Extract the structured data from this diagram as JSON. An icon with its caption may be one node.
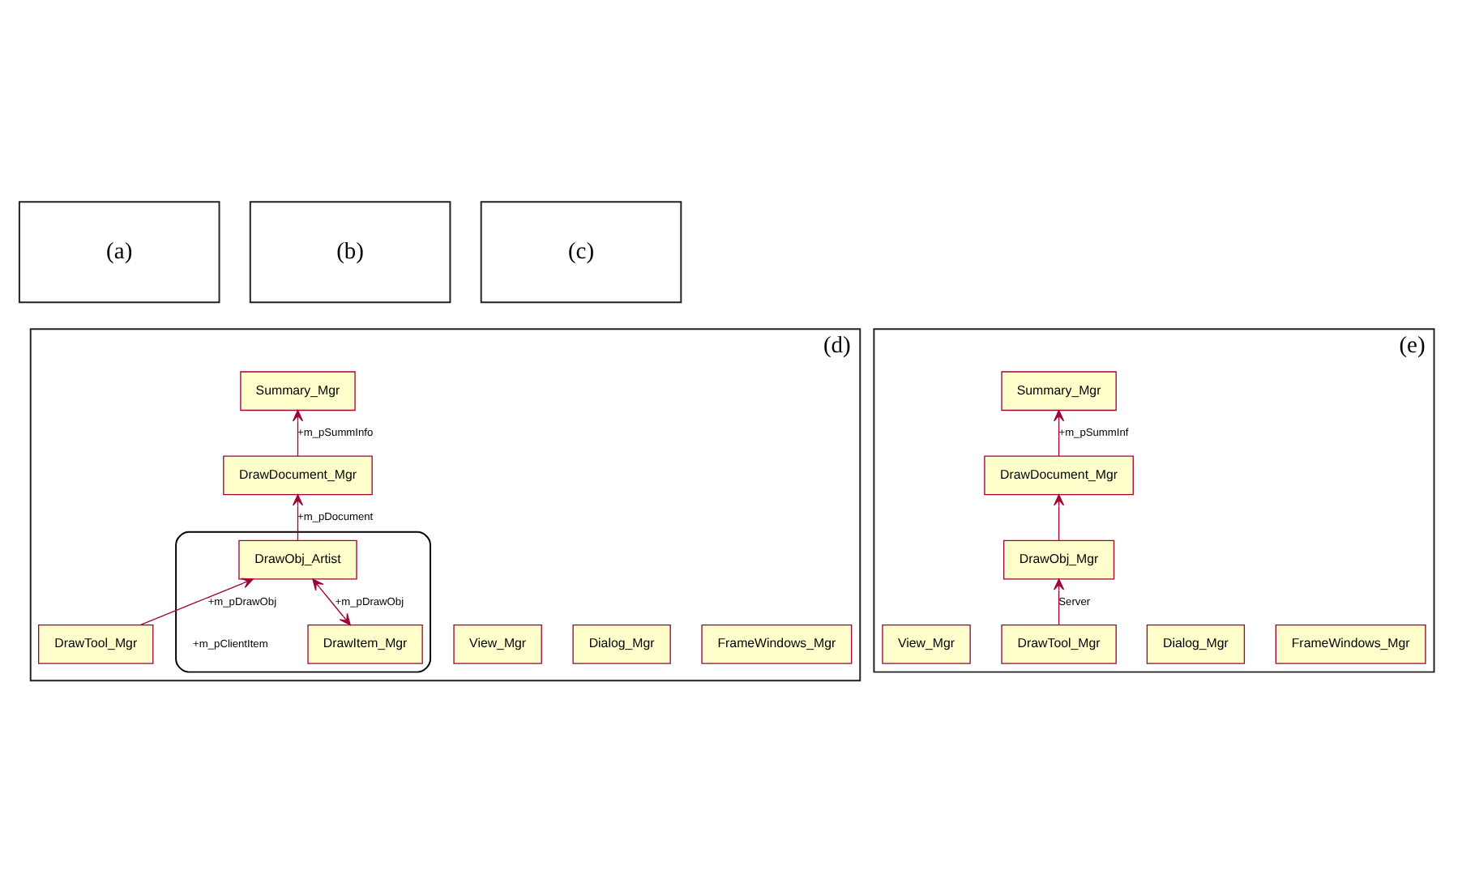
{
  "diagram": {
    "nodes": [
      {
        "text": [
          "(a)"
        ]
      },
      {
        "text": [
          "(b)"
        ]
      },
      {
        "text": [
          "(c)"
        ]
      },
      {
        "text": [
          "(d)"
        ]
      },
      {
        "text": [
          "Summary_Mgr"
        ],
        "in": 3
      },
      {
        "text": [
          "DrawDocument_Mgr"
        ],
        "in": 3
      },
      {
        "text": [
          "FrameWindows_Mgr"
        ],
        "in": 3
      },
      {
        "text": [],
        "shape": "ellipse",
        "in": 3
      },
      {
        "text": [
          "DrawObj_Artist"
        ],
        "in": 7
      },
      {
        "text": [
          "Dialog_Mgr"
        ],
        "in": 3
      },
      {
        "text": [
          "View_Mgr"
        ],
        "in": 3
      },
      {
        "text": [
          "DrawItem_Mgr"
        ],
        "in": 7
      },
      {
        "text": [
          "DrawTool_Mgr"
        ],
        "in": 3
      },
      {
        "text": [
          "(e)"
        ]
      },
      {
        "text": [
          "Summary_Mgr"
        ],
        "in": 13
      },
      {
        "text": [
          "FrameWindows_Mgr"
        ],
        "in": 13
      },
      {
        "text": [
          "DrawDocument_Mgr"
        ],
        "in": 13
      },
      {
        "text": [
          "DrawObj_Mgr"
        ],
        "in": 13
      },
      {
        "text": [
          "Dialog_Mgr"
        ],
        "in": 13
      },
      {
        "text": [
          "DrawTool_Mgr"
        ],
        "in": 13
      },
      {
        "text": [
          "View_Mgr"
        ],
        "in": 13
      }
    ],
    "edges": [
      {
        "from": 5,
        "to": 4,
        "arrow": "to",
        "label": "+m_pSummInfo"
      },
      {
        "from": 8,
        "to": 5,
        "arrow": "to",
        "label": "+m_pDocument"
      },
      {
        "from": 11,
        "to": 8,
        "arrow": "both",
        "label": "+m_pDrawObj"
      },
      {
        "from": 12,
        "to": 8,
        "arrow": "to",
        "label": "+m_pDrawObj"
      },
      {
        "from": 16,
        "to": 14,
        "arrow": "to",
        "label": "+m_pSummInf"
      },
      {
        "from": 17,
        "to": 16,
        "arrow": "to"
      },
      {
        "from": 19,
        "to": 17,
        "arrow": "to",
        "label": "Server"
      }
    ],
    "labels": [
      "+m_pClientItem"
    ]
  }
}
